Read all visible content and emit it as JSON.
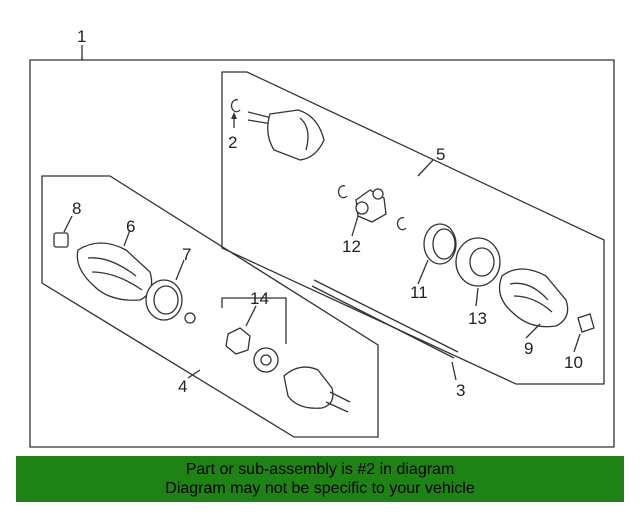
{
  "callouts": {
    "c1": "1",
    "c2": "2",
    "c3": "3",
    "c4": "4",
    "c5": "5",
    "c6": "6",
    "c7": "7",
    "c8": "8",
    "c9": "9",
    "c10": "10",
    "c11": "11",
    "c12": "12",
    "c13": "13",
    "c14": "14"
  },
  "banner": {
    "line1": "Part or sub-assembly is #2 in diagram",
    "line2": "Diagram may not be specific to your vehicle"
  },
  "colors": {
    "banner_bg": "#1f8214",
    "line": "#333333"
  }
}
